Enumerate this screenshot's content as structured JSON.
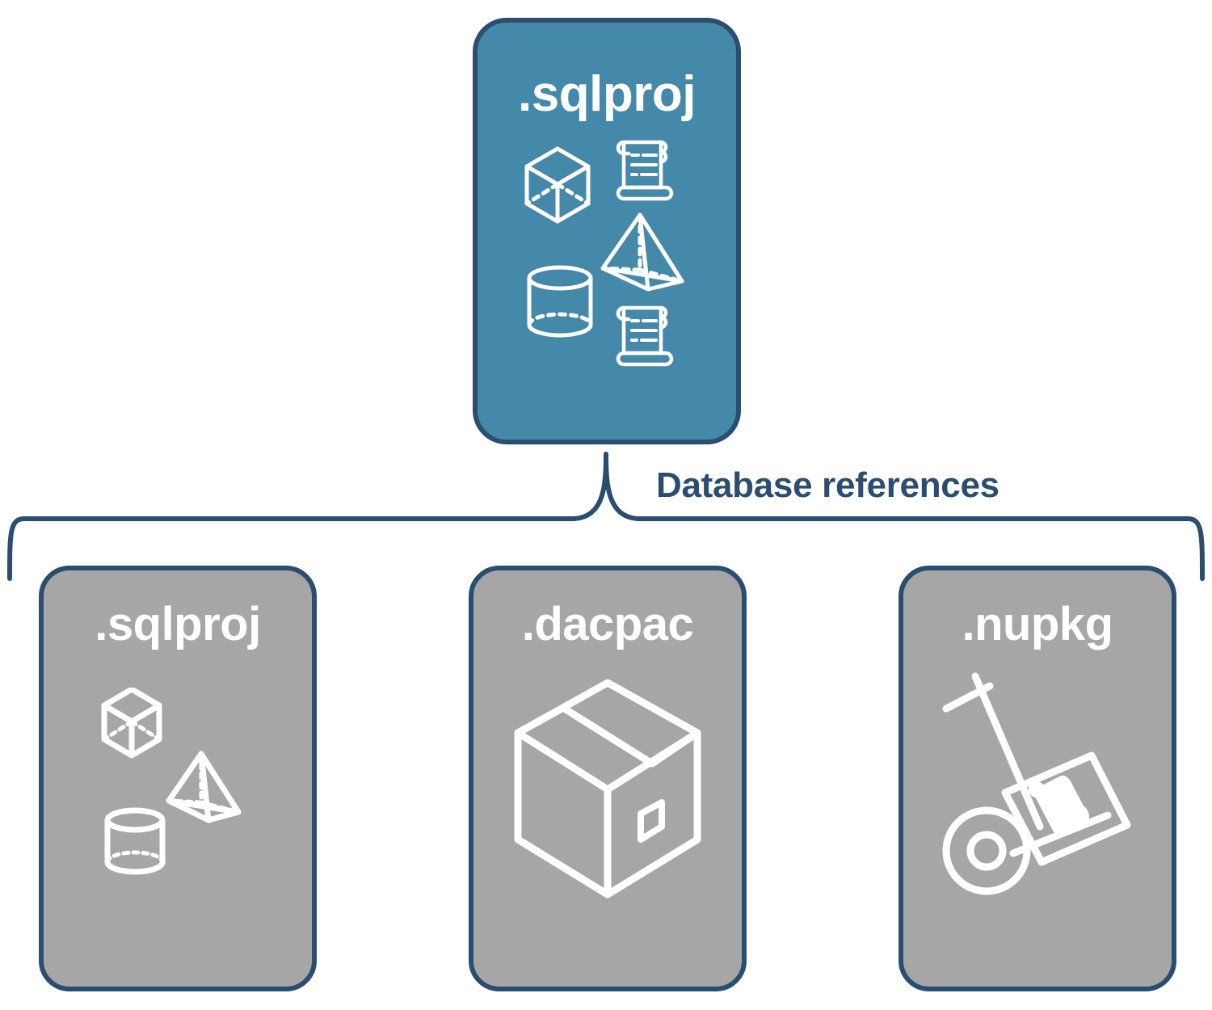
{
  "diagram": {
    "title_hidden": "",
    "colors": {
      "primary_fill": "#4589aa",
      "reference_fill": "#a6a6a6",
      "stroke": "#2b4d6f",
      "icon_stroke": "#ffffff",
      "background": "#ffffff"
    },
    "connector": {
      "label": "Database references",
      "style": "curly-brace",
      "direction": "one-to-many"
    },
    "primary": {
      "label": ".sqlproj",
      "icons": [
        "wireframe-cube-icon",
        "wireframe-pyramid-icon",
        "wireframe-cylinder-icon",
        "script-scroll-icon",
        "script-scroll-icon"
      ]
    },
    "references": [
      {
        "label": ".sqlproj",
        "icons": [
          "wireframe-cube-icon",
          "wireframe-pyramid-icon",
          "wireframe-cylinder-icon"
        ]
      },
      {
        "label": ".dacpac",
        "icons": [
          "shipping-box-icon"
        ]
      },
      {
        "label": ".nupkg",
        "icons": [
          "hand-truck-package-icon"
        ]
      }
    ]
  }
}
